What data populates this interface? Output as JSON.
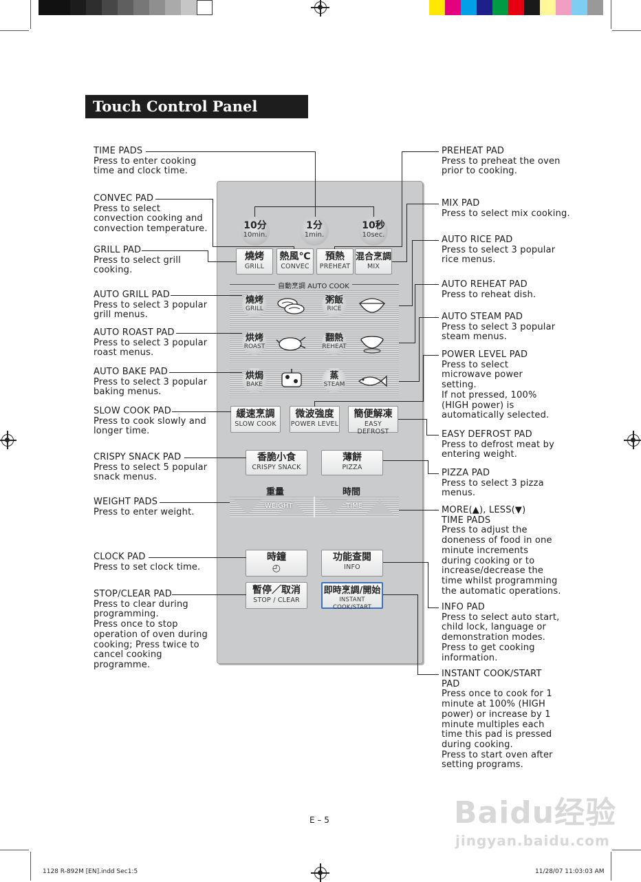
{
  "title": "Touch Control Panel Layout",
  "left_labels": [
    {
      "id": "time",
      "title": "TIME PADS",
      "desc": "Press to enter cooking\ntime and clock time."
    },
    {
      "id": "convec",
      "title": "CONVEC PAD",
      "desc": "Press to select\nconvection cooking and\nconvection temperature."
    },
    {
      "id": "grill",
      "title": "GRILL PAD",
      "desc": "Press  to  select  grill\ncooking."
    },
    {
      "id": "autogrill",
      "title": "AUTO GRILL PAD",
      "desc": "Press to select 3 popular\ngrill menus."
    },
    {
      "id": "autoroast",
      "title": "AUTO ROAST PAD",
      "desc": "Press to select 3 popular\nroast menus."
    },
    {
      "id": "autobake",
      "title": "AUTO BAKE PAD",
      "desc": "Press to select 3 popular\nbaking menus."
    },
    {
      "id": "slowcook",
      "title": "SLOW COOK PAD",
      "desc": "Press to cook slowly and\nlonger time."
    },
    {
      "id": "crispy",
      "title": "CRISPY SNACK PAD",
      "desc": "Press to select 5 popular\nsnack menus."
    },
    {
      "id": "weight",
      "title": "WEIGHT PADS",
      "desc": "Press to enter weight."
    },
    {
      "id": "clock",
      "title": "CLOCK PAD",
      "desc": "Press to set clock time."
    },
    {
      "id": "stop",
      "title": "STOP/CLEAR PAD",
      "desc": "Press to clear during\nprogramming.\nPress once to stop\noperation of oven during\ncooking; Press twice to\ncancel cooking\nprogramme."
    }
  ],
  "right_labels": [
    {
      "id": "preheat",
      "title": "PREHEAT PAD",
      "desc": "Press to preheat the oven\nprior to cooking."
    },
    {
      "id": "mix",
      "title": "MIX PAD",
      "desc": "Press to select mix cooking."
    },
    {
      "id": "autorice",
      "title": "AUTO RICE PAD",
      "desc": "Press to select 3 popular\nrice menus."
    },
    {
      "id": "autoreheat",
      "title": "AUTO REHEAT PAD",
      "desc": "Press to reheat dish."
    },
    {
      "id": "autosteam",
      "title": "AUTO STEAM PAD",
      "desc": "Press to select 3 popular\nsteam menus."
    },
    {
      "id": "power",
      "title": "POWER LEVEL PAD",
      "desc": "Press to select\nmicrowave power\nsetting.\nIf not pressed, 100%\n(HIGH power) is\nautomatically selected."
    },
    {
      "id": "defrost",
      "title": "EASY DEFROST PAD",
      "desc": "Press to defrost meat by\nentering weight."
    },
    {
      "id": "pizza",
      "title": "PIZZA PAD",
      "desc": "Press to select 3 pizza\nmenus."
    },
    {
      "id": "moreless",
      "title": "MORE(▲), LESS(▼)\nTIME PADS",
      "desc": "Press to adjust the\ndoneness of food in one\nminute increments\nduring cooking or to\nincrease/decrease the\ntime whilst programming\nthe automatic operations."
    },
    {
      "id": "info",
      "title": "INFO PAD",
      "desc": "Press to select auto start,\nchild lock, language or\ndemonstration modes.\nPress to get cooking\ninformation."
    },
    {
      "id": "start",
      "title": "INSTANT COOK/START\nPAD",
      "desc": "Press once to cook for 1\nminute at 100% (HIGH\npower) or increase by 1\nminute multiples each\ntime this pad is pressed\nduring cooking.\nPress to start oven after\nsetting programs."
    }
  ],
  "panel": {
    "time_pads": [
      {
        "main": "10分",
        "sub": "10min."
      },
      {
        "main": "1分",
        "sub": "1min."
      },
      {
        "main": "10秒",
        "sub": "10sec."
      }
    ],
    "mode_pads": [
      {
        "main": "燒烤",
        "sub": "GRILL"
      },
      {
        "main": "熱風℃",
        "sub": "CONVEC"
      },
      {
        "main": "預熱",
        "sub": "PREHEAT"
      },
      {
        "main": "混合烹調",
        "sub": "MIX"
      }
    ],
    "auto_cook_header": "自動烹調  AUTO COOK",
    "auto_pads": [
      {
        "main": "燒烤",
        "sub": "GRILL",
        "icon": "oyster-icon"
      },
      {
        "main": "粥飯",
        "sub": "RICE",
        "icon": "rice-bowl-icon"
      },
      {
        "main": "烘烤",
        "sub": "ROAST",
        "icon": "roast-chicken-icon"
      },
      {
        "main": "翻熱",
        "sub": "REHEAT",
        "icon": "soup-bowl-icon"
      },
      {
        "main": "烘焗",
        "sub": "BAKE",
        "icon": "cake-icon"
      },
      {
        "main": "蒸",
        "sub": "STEAM",
        "icon": "fish-icon"
      }
    ],
    "function_pads": [
      {
        "main": "緩速烹調",
        "sub": "SLOW COOK"
      },
      {
        "main": "微波強度",
        "sub": "POWER LEVEL"
      },
      {
        "main": "簡便解凍",
        "sub": "EASY DEFROST"
      }
    ],
    "snack_pads": [
      {
        "main": "香脆小食",
        "sub": "CRISPY SNACK"
      },
      {
        "main": "薄餅",
        "sub": "PIZZA"
      }
    ],
    "weight_label": "重量",
    "weight_sub": "WEIGHT",
    "time_label": "時間",
    "time_sub": "TIME",
    "clock_pad": {
      "main": "時鐘",
      "sub": "◴"
    },
    "info_pad": {
      "main": "功能查閱",
      "sub": "INFO"
    },
    "stop_pad": {
      "main": "暫停／取消",
      "sub": "STOP / CLEAR"
    },
    "start_pad": {
      "main": "即時烹調/開始",
      "sub": "INSTANT COOK/START"
    }
  },
  "page_number": "E – 5",
  "footer_left": "1128 R-892M [EN].indd   Sec1:5",
  "footer_right": "11/28/07   11:03:03 AM",
  "watermark": "Baidu经验",
  "watermark_url": "jingyan.baidu.com",
  "colors": {
    "panel": "#c9cbcd",
    "start_border": "#3a6fc4",
    "title_bg": "#1d1d1d"
  }
}
